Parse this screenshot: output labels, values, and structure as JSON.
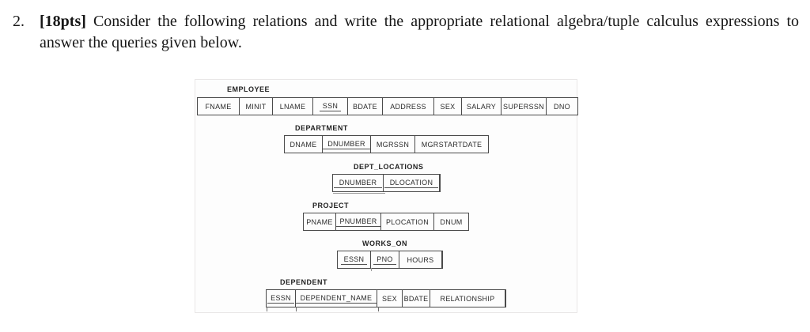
{
  "question": {
    "number": "2.",
    "points": "[18pts]",
    "text": " Consider the following relations and write the appropriate relational algebra/tuple calculus expressions to answer the queries given below."
  },
  "schema": {
    "tables": [
      {
        "name": "EMPLOYEE",
        "attributes": [
          "FNAME",
          "MINIT",
          "LNAME",
          "SSN",
          "BDATE",
          "ADDRESS",
          "SEX",
          "SALARY",
          "SUPERSSN",
          "DNO"
        ],
        "primary_keys": [
          "SSN"
        ]
      },
      {
        "name": "DEPARTMENT",
        "attributes": [
          "DNAME",
          "DNUMBER",
          "MGRSSN",
          "MGRSTARTDATE"
        ],
        "primary_keys": [
          "DNUMBER"
        ]
      },
      {
        "name": "DEPT_LOCATIONS",
        "attributes": [
          "DNUMBER",
          "DLOCATION"
        ],
        "primary_keys": [
          "DNUMBER",
          "DLOCATION"
        ]
      },
      {
        "name": "PROJECT",
        "attributes": [
          "PNAME",
          "PNUMBER",
          "PLOCATION",
          "DNUM"
        ],
        "primary_keys": [
          "PNUMBER"
        ]
      },
      {
        "name": "WORKS_ON",
        "attributes": [
          "ESSN",
          "PNO",
          "HOURS"
        ],
        "primary_keys": [
          "ESSN",
          "PNO"
        ]
      },
      {
        "name": "DEPENDENT",
        "attributes": [
          "ESSN",
          "DEPENDENT_NAME",
          "SEX",
          "BDATE",
          "RELATIONSHIP"
        ],
        "primary_keys": [
          "ESSN",
          "DEPENDENT_NAME"
        ]
      }
    ]
  },
  "colors": {
    "page_background": "#ffffff",
    "text": "#161616",
    "table_border": "#4a4a4a"
  }
}
